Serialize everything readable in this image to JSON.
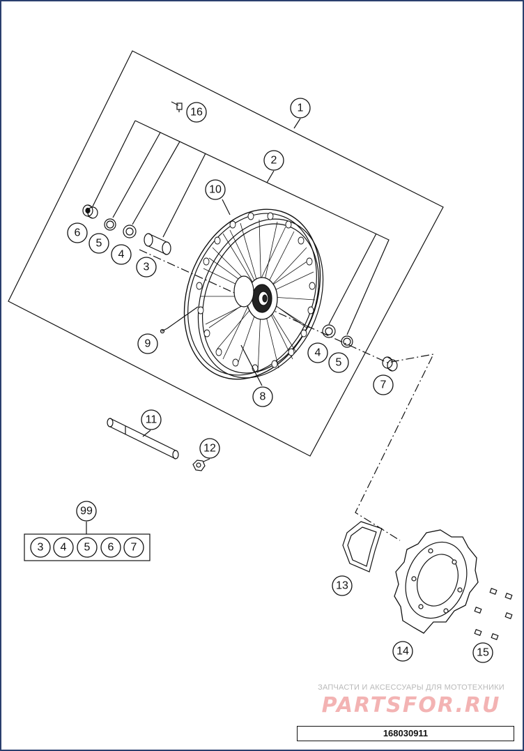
{
  "callouts": {
    "c1": "1",
    "c2": "2",
    "c3": "3",
    "c4": "4",
    "c5": "5",
    "c6": "6",
    "c7": "7",
    "c4b": "4",
    "c5b": "5",
    "c8": "8",
    "c9": "9",
    "c10": "10",
    "c11": "11",
    "c12": "12",
    "c13": "13",
    "c14": "14",
    "c15": "15",
    "c16": "16",
    "c99": "99"
  },
  "kit_box": {
    "items": [
      "3",
      "4",
      "5",
      "6",
      "7"
    ]
  },
  "watermark": {
    "caption": "ЗАПЧАСТИ И АКСЕССУАРЫ ДЛЯ МОТОТЕХНИКИ",
    "logo": "PARTSFOR.RU"
  },
  "drawing_number": "168030911",
  "colors": {
    "frame_border": "#2a3f6e",
    "line": "#111111",
    "watermark_logo": "#f3b3b3",
    "watermark_caption": "#b9b9b9"
  }
}
